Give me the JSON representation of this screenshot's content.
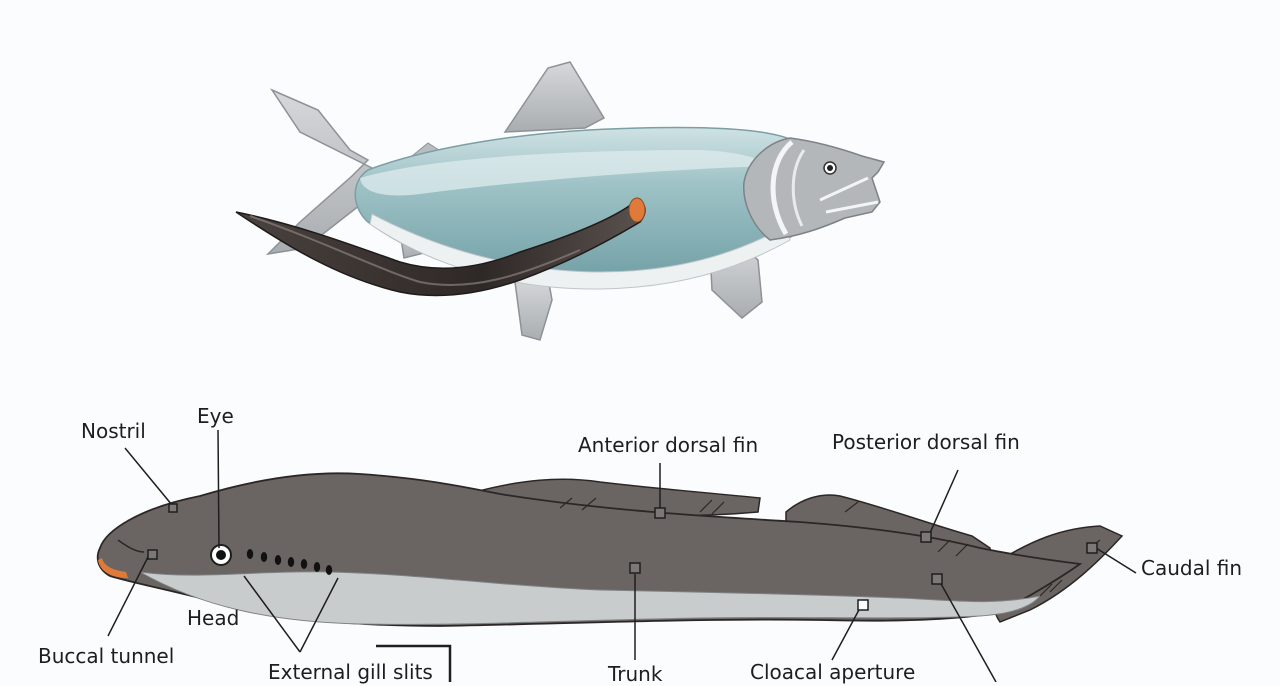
{
  "colors": {
    "background": "#fbfcfd",
    "salmon_body": "#8fb4b9",
    "salmon_fin": "#b9bcc0",
    "lamprey_body": "#6a6462",
    "lamprey_belly": "#c9cccd",
    "line": "#1e1e1e",
    "mouth_accent": "#e07a3a"
  },
  "labels": {
    "nostril": "Nostril",
    "eye": "Eye",
    "anterior_dorsal_fin": "Anterior dorsal fin",
    "posterior_dorsal_fin": "Posterior dorsal fin",
    "caudal_fin": "Caudal fin",
    "head": "Head",
    "buccal_tunnel": "Buccal tunnel",
    "external_gill_slits": "External gill slits",
    "trunk": "Trunk",
    "cloacal_aperture": "Cloacal aperture"
  }
}
